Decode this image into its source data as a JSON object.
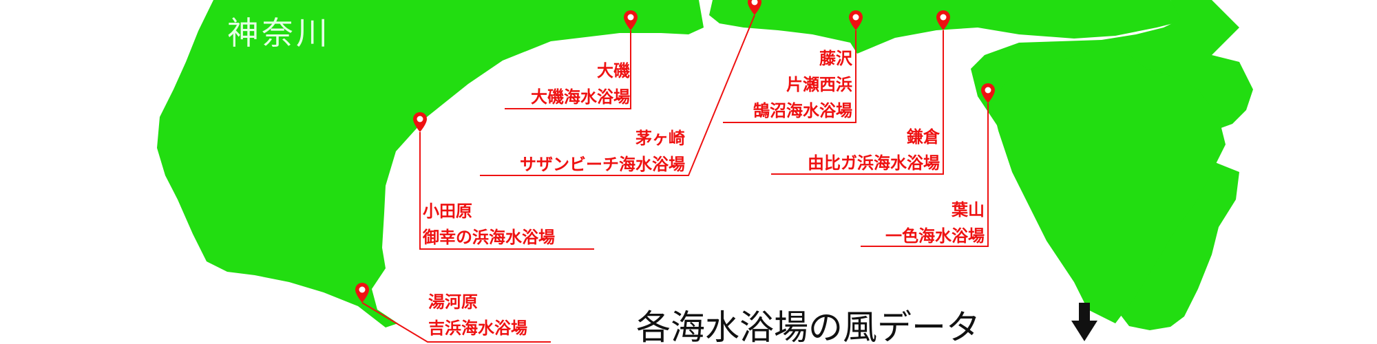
{
  "region_label": "神奈川",
  "colors": {
    "land": "#22dd11",
    "accent": "#ee1111",
    "sea": "#ffffff"
  },
  "beaches": [
    {
      "area": "大磯",
      "name": "大磯海水浴場"
    },
    {
      "area": "茅ヶ崎",
      "name": "サザンビーチ海水浴場"
    },
    {
      "area": "藤沢",
      "name_lines": [
        "片瀬西浜",
        "鵠沼海水浴場"
      ]
    },
    {
      "area": "小田原",
      "name": "御幸の浜海水浴場"
    },
    {
      "area": "鎌倉",
      "name": "由比ガ浜海水浴場"
    },
    {
      "area": "葉山",
      "name": "一色海水浴場"
    },
    {
      "area": "湯河原",
      "name": "吉浜海水浴場"
    }
  ],
  "cta": {
    "text": "各海水浴場の風データ",
    "icon": "down-arrow-icon"
  }
}
